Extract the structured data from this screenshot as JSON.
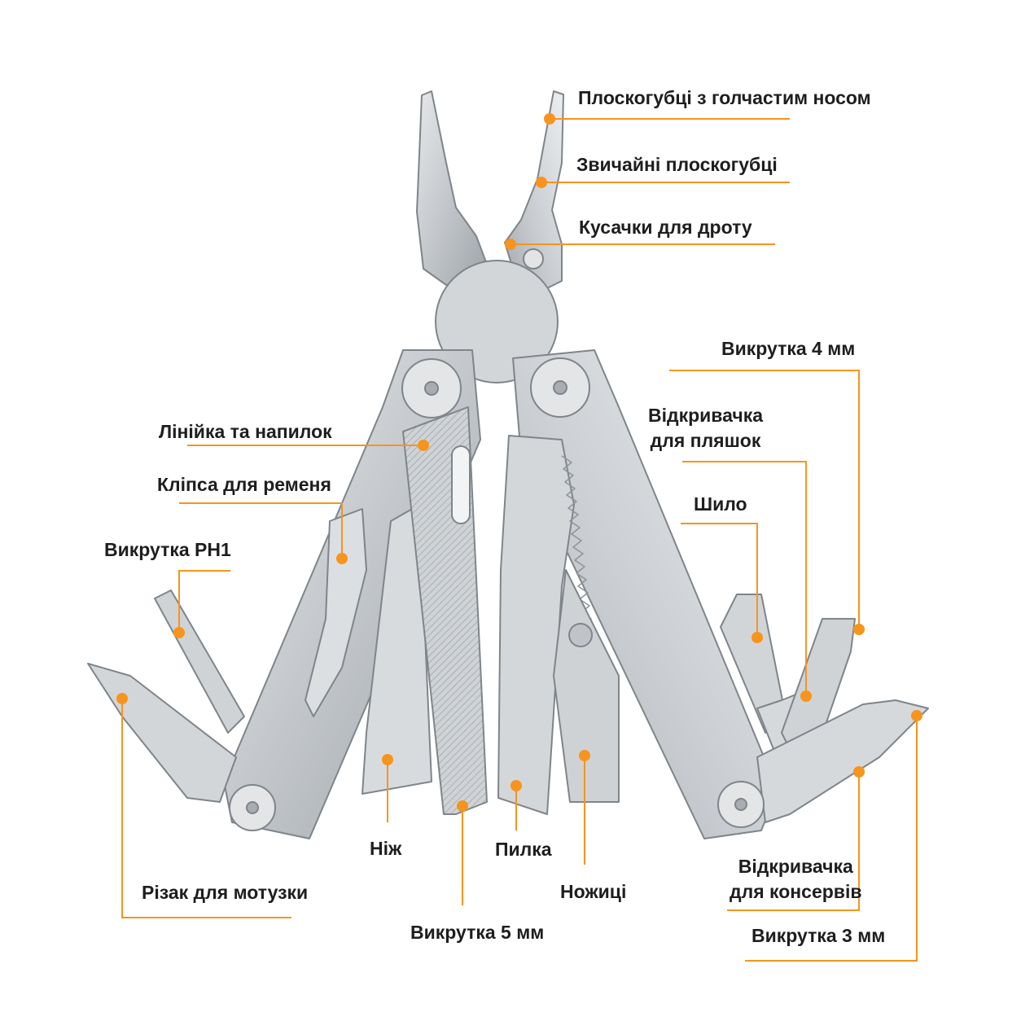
{
  "colors": {
    "accent": "#f7941d",
    "text": "#1e1e1e",
    "steel": "#c9cdd1",
    "steel_dark": "#8d9398"
  },
  "labels": {
    "needle_pliers": "Плоскогубці з голчастим носом",
    "regular_pliers": "Звичайні плоскогубці",
    "wire_cutters": "Кусачки для дроту",
    "screwdriver_4mm": "Викрутка 4 мм",
    "bottle_opener_line1": "Відкривачка",
    "bottle_opener_line2": "для пляшок",
    "ruler_file": "Лінійка та напилок",
    "belt_clip": "Кліпса для ременя",
    "awl": "Шило",
    "screwdriver_ph1": "Викрутка PH1",
    "knife": "Ніж",
    "saw": "Пилка",
    "rope_cutter": "Різак для мотузки",
    "scissors": "Ножиці",
    "can_opener_line1": "Відкривачка",
    "can_opener_line2": "для консервів",
    "screwdriver_5mm": "Викрутка 5 мм",
    "screwdriver_3mm": "Викрутка 3 мм"
  }
}
